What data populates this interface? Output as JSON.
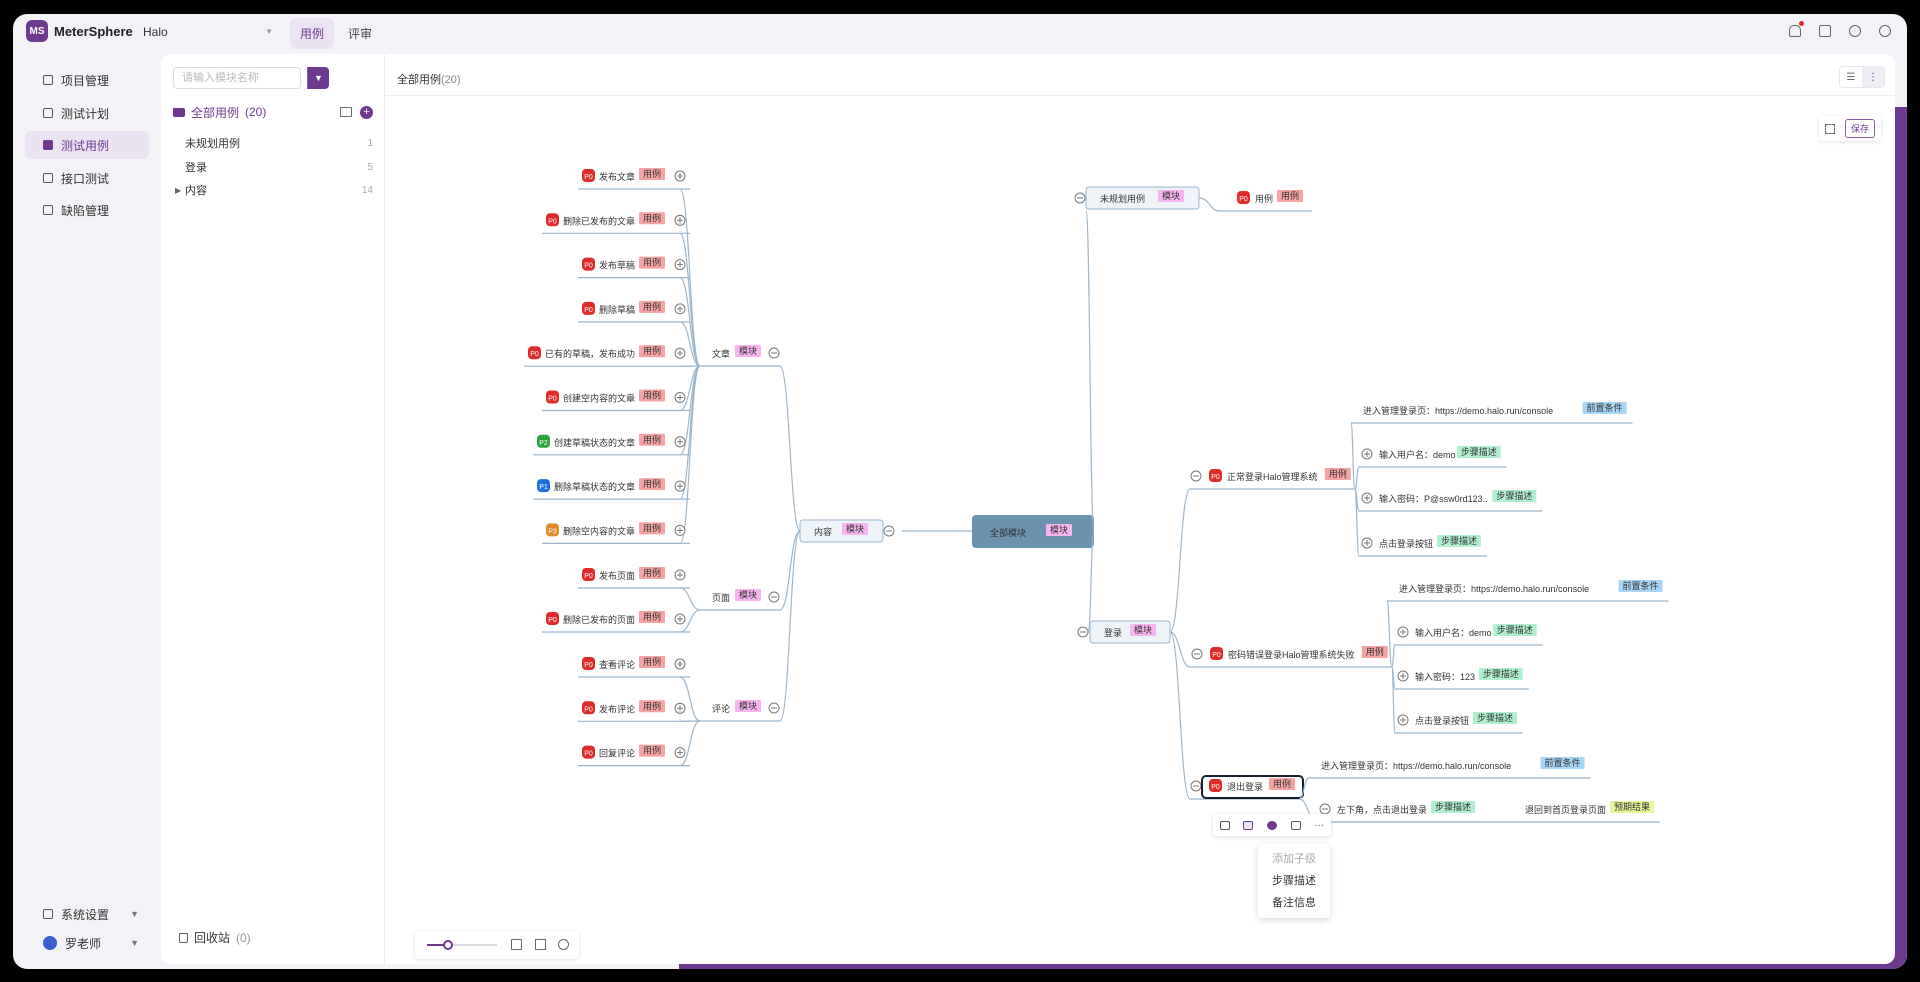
{
  "app": {
    "name": "MeterSphere",
    "logo_text": "MS"
  },
  "project": {
    "name": "Halo"
  },
  "top_tabs": [
    {
      "label": "用例",
      "active": true
    },
    {
      "label": "评审",
      "active": false
    }
  ],
  "top_icons": [
    "bell-icon",
    "task-icon",
    "help-icon",
    "account-icon"
  ],
  "sidebar": {
    "items": [
      {
        "label": "项目管理",
        "icon": "project-icon"
      },
      {
        "label": "测试计划",
        "icon": "plan-icon"
      },
      {
        "label": "测试用例",
        "icon": "case-icon",
        "active": true
      },
      {
        "label": "接口测试",
        "icon": "api-icon"
      },
      {
        "label": "缺陷管理",
        "icon": "bug-icon"
      }
    ],
    "settings_label": "系统设置",
    "user_name": "罗老师"
  },
  "tree": {
    "search_placeholder": "请输入模块名称",
    "new_label": "新建",
    "all_cases_label": "全部用例",
    "all_cases_count": "(20)",
    "rows": [
      {
        "label": "未规划用例",
        "count": "1"
      },
      {
        "label": "登录",
        "count": "5"
      },
      {
        "label": "内容",
        "count": "14"
      }
    ],
    "recycle_label": "回收站",
    "recycle_count": "(0)"
  },
  "main": {
    "title": "全部用例",
    "title_count": "(20)",
    "save_label": "保存"
  },
  "mindmap": {
    "root": {
      "label": "全部模块",
      "tag": "模块"
    },
    "module_tag": "模块",
    "case_tag": "用例",
    "pre_tag": "前置条件",
    "step_tag": "步骤描述",
    "expect_tag": "预期结果",
    "modules": {
      "unplanned": "未规划用例",
      "login": "登录",
      "content": "内容",
      "article": "文章",
      "page": "页面",
      "comment": "评论"
    },
    "article_cases": [
      {
        "label": "发布文章",
        "priority": "P0"
      },
      {
        "label": "删除已发布的文章",
        "priority": "P0"
      },
      {
        "label": "发布草稿",
        "priority": "P0"
      },
      {
        "label": "删除草稿",
        "priority": "P0"
      },
      {
        "label": "已有的草稿，发布成功",
        "priority": "P0"
      },
      {
        "label": "创建空内容的文章",
        "priority": "P0"
      },
      {
        "label": "创建草稿状态的文章",
        "priority": "P2"
      },
      {
        "label": "删除草稿状态的文章",
        "priority": "P1"
      },
      {
        "label": "删除空内容的文章",
        "priority": "P3"
      }
    ],
    "page_cases": [
      {
        "label": "发布页面",
        "priority": "P0"
      },
      {
        "label": "删除已发布的页面",
        "priority": "P0"
      }
    ],
    "comment_cases": [
      {
        "label": "查看评论",
        "priority": "P0"
      },
      {
        "label": "发布评论",
        "priority": "P0"
      },
      {
        "label": "回复评论",
        "priority": "P0"
      }
    ],
    "unplanned_case": {
      "label": "用例",
      "priority": "P0"
    },
    "login_cases": [
      {
        "label": "正常登录Halo管理系统",
        "priority": "P0"
      },
      {
        "label": "密码错误登录Halo管理系统失败",
        "priority": "P0"
      },
      {
        "label": "退出登录",
        "priority": "P0"
      }
    ],
    "case1_details": [
      "进入管理登录页：https://demo.halo.run/console",
      "输入用户名：demo",
      "输入密码：P@ssw0rd123..",
      "点击登录按钮"
    ],
    "case2_details": [
      "进入管理登录页：https://demo.halo.run/console",
      "输入用户名：demo",
      "输入密码：123",
      "点击登录按钮"
    ],
    "case3_details": [
      "进入管理登录页：https://demo.halo.run/console",
      "左下角，点击退出登录",
      "退回到首页登录页面"
    ]
  },
  "context_menu": {
    "items": [
      {
        "label": "添加子级",
        "disabled": true
      },
      {
        "label": "步骤描述",
        "disabled": false
      },
      {
        "label": "备注信息",
        "disabled": false
      }
    ]
  },
  "zoom": {
    "level_fraction": 0.3
  },
  "colors": {
    "accent": "#6d3a8f",
    "root_bg": "#6b93b0",
    "module_tag_bg": "#f7b4f0",
    "case_tag_bg": "#f6a3a3",
    "pre_tag_bg": "#a7d5f5",
    "step_tag_bg": "#b0f0d0",
    "expect_tag_bg": "#e8f59a",
    "link_color": "#9bb6cc"
  }
}
